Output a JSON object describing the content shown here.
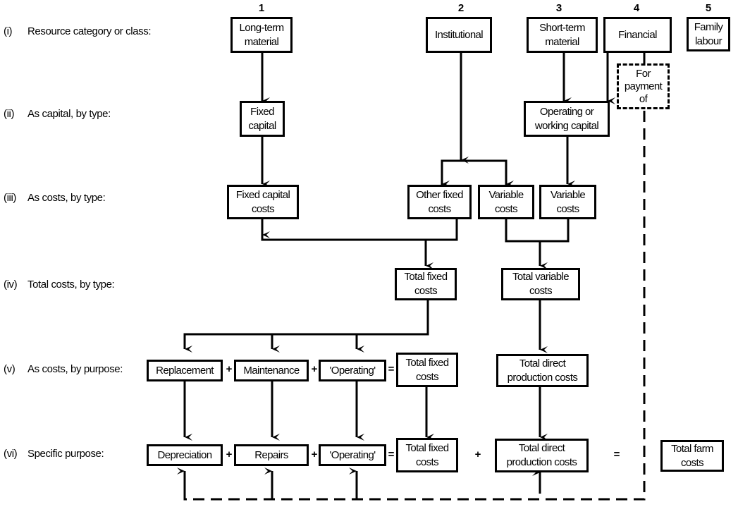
{
  "diagram": {
    "type": "flowchart",
    "rows": [
      {
        "num": "(i)",
        "label": "Resource category or class:"
      },
      {
        "num": "(ii)",
        "label": "As capital, by type:"
      },
      {
        "num": "(iii)",
        "label": "As costs, by type:"
      },
      {
        "num": "(iv)",
        "label": "Total costs, by type:"
      },
      {
        "num": "(v)",
        "label": "As costs, by purpose:"
      },
      {
        "num": "(vi)",
        "label": "Specific purpose:"
      }
    ],
    "columns": [
      "1",
      "2",
      "3",
      "4",
      "5"
    ],
    "nodes": {
      "long_term_material": "Long-term material",
      "institutional": "Institutional",
      "short_term_material": "Short-term material",
      "financial": "Financial",
      "family_labour": "Family labour",
      "for_payment_of": "For payment of",
      "fixed_capital": "Fixed capital",
      "operating_working_capital": "Operating or working capital",
      "fixed_capital_costs": "Fixed capital costs",
      "other_fixed_costs": "Other fixed costs",
      "variable_costs_a": "Variable costs",
      "variable_costs_b": "Variable costs",
      "total_fixed_costs_iv": "Total fixed costs",
      "total_variable_costs": "Total variable costs",
      "replacement": "Replacement",
      "maintenance": "Maintenance",
      "operating_v": "'Operating'",
      "total_fixed_costs_v": "Total fixed costs",
      "total_direct_production_costs_v": "Total direct production costs",
      "depreciation": "Depreciation",
      "repairs": "Repairs",
      "operating_vi": "'Operating'",
      "total_fixed_costs_vi": "Total fixed costs",
      "total_direct_production_costs_vi": "Total direct production costs",
      "total_farm_costs": "Total farm costs"
    },
    "operators": {
      "plus": "+",
      "equals": "="
    },
    "edges": [
      [
        "long_term_material",
        "fixed_capital"
      ],
      [
        "fixed_capital",
        "fixed_capital_costs"
      ],
      [
        "institutional",
        "other_fixed_costs"
      ],
      [
        "institutional",
        "variable_costs_a"
      ],
      [
        "short_term_material",
        "operating_working_capital"
      ],
      [
        "financial",
        "operating_working_capital"
      ],
      [
        "operating_working_capital",
        "variable_costs_b"
      ],
      [
        "fixed_capital_costs",
        "total_fixed_costs_iv"
      ],
      [
        "other_fixed_costs",
        "total_fixed_costs_iv"
      ],
      [
        "variable_costs_a",
        "total_variable_costs"
      ],
      [
        "variable_costs_b",
        "total_variable_costs"
      ],
      [
        "total_fixed_costs_iv",
        "replacement"
      ],
      [
        "total_fixed_costs_iv",
        "maintenance"
      ],
      [
        "total_fixed_costs_iv",
        "operating_v"
      ],
      [
        "total_variable_costs",
        "total_direct_production_costs_v"
      ],
      [
        "replacement",
        "depreciation"
      ],
      [
        "maintenance",
        "repairs"
      ],
      [
        "operating_v",
        "operating_vi"
      ],
      [
        "total_fixed_costs_v",
        "total_fixed_costs_vi"
      ],
      [
        "total_direct_production_costs_v",
        "total_direct_production_costs_vi"
      ],
      [
        "for_payment_of",
        "depreciation",
        "dashed"
      ],
      [
        "for_payment_of",
        "repairs",
        "dashed"
      ],
      [
        "for_payment_of",
        "operating_vi",
        "dashed"
      ],
      [
        "for_payment_of",
        "total_direct_production_costs_vi",
        "dashed"
      ]
    ]
  }
}
